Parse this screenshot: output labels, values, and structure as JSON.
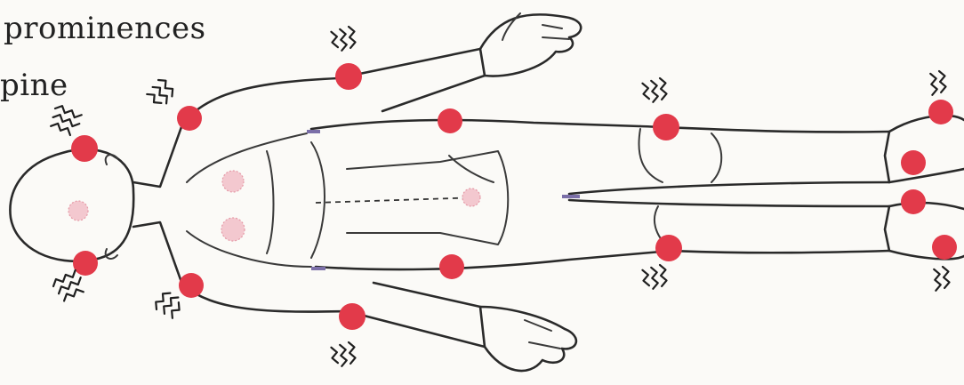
{
  "labels": {
    "line1": "prominences",
    "line2": "pine"
  },
  "colors": {
    "tender_point": "#e23a4a",
    "outline": "#2a2a2a",
    "background": "#fbfaf7"
  },
  "icons": [
    "pain-zigzag-icon",
    "tender-point-marker"
  ]
}
